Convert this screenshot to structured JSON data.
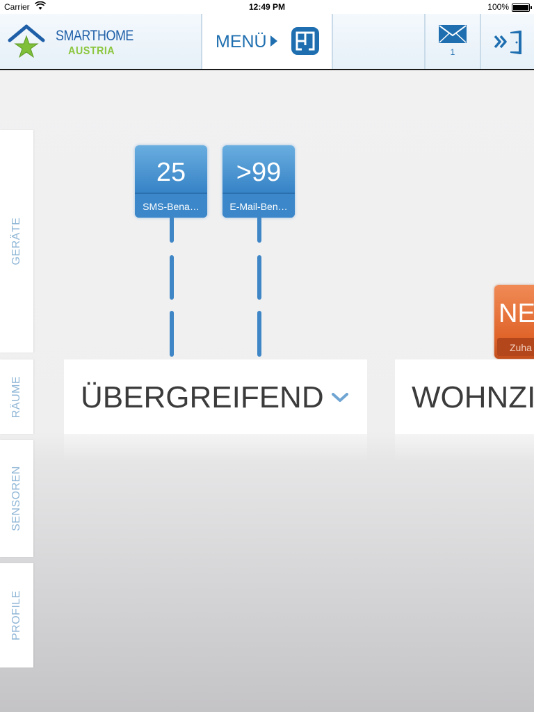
{
  "status_bar": {
    "carrier": "Carrier",
    "time": "12:49 PM",
    "battery": "100%"
  },
  "header": {
    "logo_line1": "SMARTHOME",
    "logo_line2": "AUSTRIA",
    "menu_label": "MENÜ",
    "mail_count": "1"
  },
  "sidebar": {
    "items": [
      {
        "label": "GERÄTE"
      },
      {
        "label": "RÄUME"
      },
      {
        "label": "SENSOREN"
      },
      {
        "label": "PROFILE"
      }
    ]
  },
  "badges": [
    {
      "value": "25",
      "label": "SMS-Bena…"
    },
    {
      "value": ">99",
      "label": "E-Mail-Ben…"
    },
    {
      "value": "NE",
      "label": "Zuha"
    }
  ],
  "rooms": [
    {
      "title": "ÜBERGREIFEND"
    },
    {
      "title": "WOHNZI"
    }
  ],
  "colors": {
    "accent": "#1f6fb0",
    "badge_blue": "#3a86c8",
    "badge_orange": "#e0652b",
    "logo_green": "#8cc63e"
  }
}
